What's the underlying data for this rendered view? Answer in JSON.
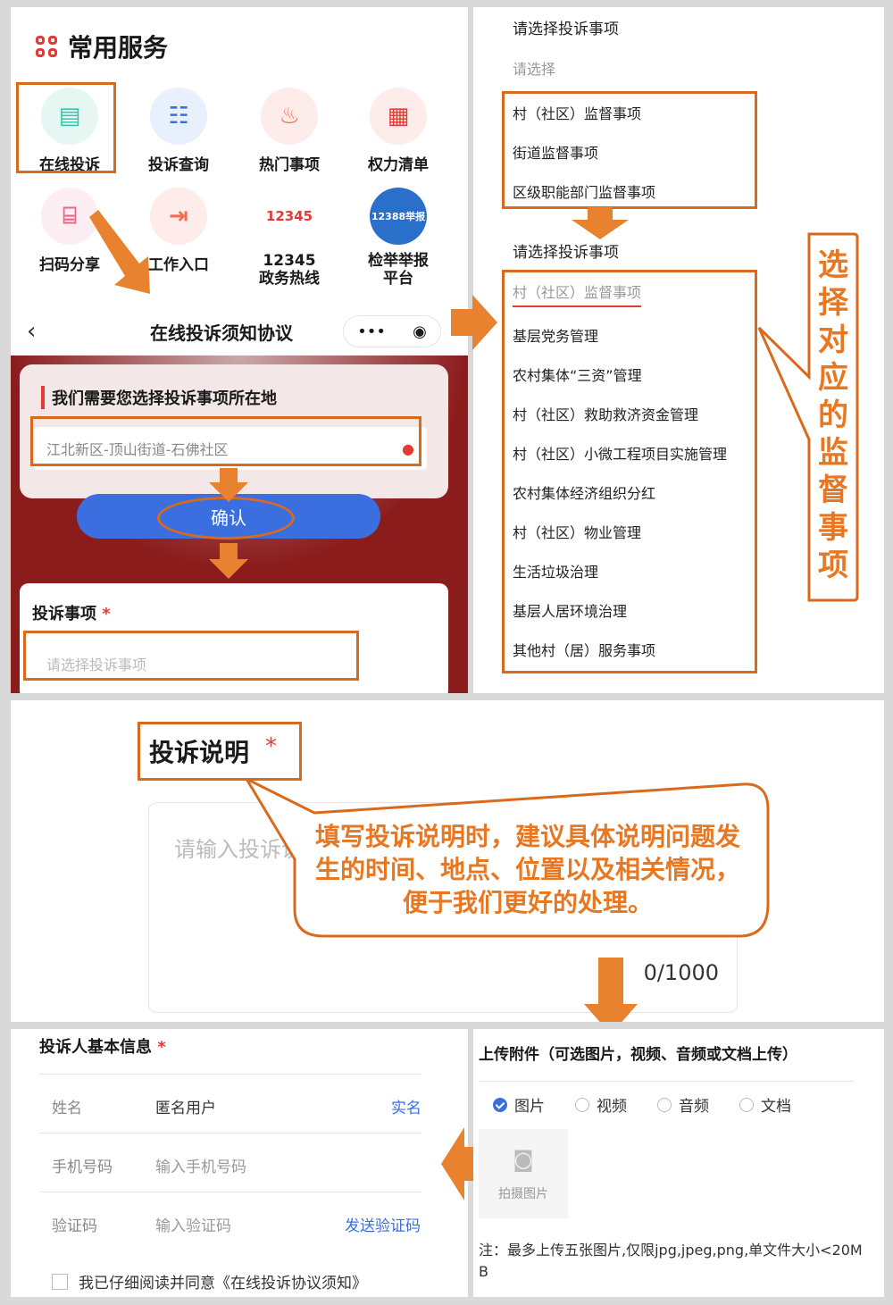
{
  "services": {
    "title": "常用服务",
    "items": [
      {
        "label": "在线投诉",
        "icon": "complaint-icon",
        "color": "#2ec4a8"
      },
      {
        "label": "投诉查询",
        "icon": "query-icon",
        "color": "#3b6fe0"
      },
      {
        "label": "热门事项",
        "icon": "flame-icon",
        "color": "#f36c4f"
      },
      {
        "label": "权力清单",
        "icon": "list-icon",
        "color": "#e53935"
      },
      {
        "label": "扫码分享",
        "icon": "scan-icon",
        "color": "#e8688c"
      },
      {
        "label": "工作入口",
        "icon": "door-icon",
        "color": "#f36c4f"
      },
      {
        "label": "12345政务热线",
        "icon": "hotline-12345-icon",
        "color": "#e53935"
      },
      {
        "label": "检举举报平台",
        "icon": "report-12388-icon",
        "color": "#2a6fc9"
      }
    ],
    "hotline_logo_text": "12345",
    "report_logo_text": "12388举报"
  },
  "protocol": {
    "title": "在线投诉须知协议",
    "prompt": "我们需要您选择投诉事项所在地",
    "location_value": "江北新区-顶山街道-石佛社区",
    "confirm_label": "确认",
    "item_label": "投诉事项",
    "item_placeholder": "请选择投诉事项",
    "required_mark": "*"
  },
  "picker": {
    "title1": "请选择投诉事项",
    "placeholder": "请选择",
    "level1": [
      "村（社区）监督事项",
      "街道监督事项",
      "区级职能部门监督事项"
    ],
    "title2": "请选择投诉事项",
    "selected": "村（社区）监督事项",
    "level2": [
      "基层党务管理",
      "农村集体“三资”管理",
      "村（社区）救助救济资金管理",
      "村（社区）小微工程项目实施管理",
      "农村集体经济组织分红",
      "村（社区）物业管理",
      "生活垃圾治理",
      "基层人居环境治理",
      "其他村（居）服务事项"
    ],
    "callout": "选择对应的监督事项"
  },
  "description": {
    "label": "投诉说明",
    "required_mark": "*",
    "placeholder": "请输入投诉说明",
    "counter": "0/1000",
    "tip": "填写投诉说明时，建议具体说明问题发生的时间、地点、位置以及相关情况，便于我们更好的处理。"
  },
  "complainant": {
    "title": "投诉人基本信息",
    "required_mark": "*",
    "name_label": "姓名",
    "name_value": "匿名用户",
    "name_action": "实名",
    "phone_label": "手机号码",
    "phone_placeholder": "输入手机号码",
    "code_label": "验证码",
    "code_placeholder": "输入验证码",
    "code_action": "发送验证码",
    "agree_text": "我已仔细阅读并同意《在线投诉协议须知》"
  },
  "attachment": {
    "title": "上传附件（可选图片，视频、音频或文档上传）",
    "options": [
      "图片",
      "视频",
      "音频",
      "文档"
    ],
    "selected_index": 0,
    "photo_label": "拍摄图片",
    "note": "注：最多上传五张图片,仅限jpg,jpeg,png,单文件大小<20MB"
  },
  "colors": {
    "highlight": "#d96a1d",
    "arrow": "#e8822f",
    "primary": "#3b6fe0",
    "banner": "#8b1c1c"
  }
}
